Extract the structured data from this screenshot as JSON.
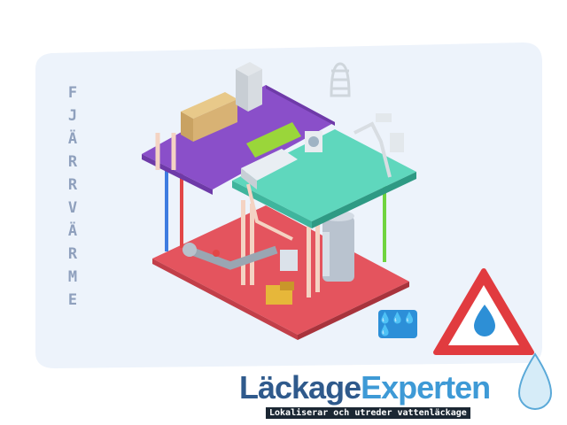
{
  "vertical_letters": [
    "F",
    "J",
    "Ä",
    "R",
    "R",
    "V",
    "Ä",
    "R",
    "M",
    "E"
  ],
  "logo": {
    "part1": "Läckage",
    "part2": "Experten"
  },
  "tagline": "Lokaliserar och utreder vattenläckage",
  "badge": "💧💧💧💧",
  "colors": {
    "background_panel": "#edf3fb",
    "floor_red": "#e4545e",
    "floor_teal": "#5fd7bd",
    "floor_purple": "#8a4fc9",
    "badge_blue": "#2c8fd8",
    "warning_red": "#e13b3f"
  },
  "icons": [
    "house-plumbing-illustration",
    "warning-triangle-icon",
    "water-drop-icon",
    "water-drops-badge-icon"
  ]
}
